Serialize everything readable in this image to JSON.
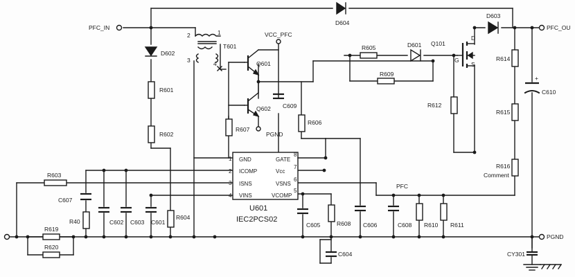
{
  "ports": {
    "pfc_in": "PFC_IN",
    "pfc_out": "PFC_OU",
    "pgnd_right": "PGND",
    "pgnd_mid": "PGND",
    "vcc_pfc": "VCC_PFC"
  },
  "transformer": {
    "label": "T601",
    "pins": [
      "1",
      "2",
      "3",
      "4"
    ]
  },
  "ic": {
    "ref": "U601",
    "part": "IEC2PCS02",
    "left_pins": [
      "GND",
      "ICOMP",
      "ISNS",
      "VINS"
    ],
    "right_pins": [
      "GATE",
      "Vcc",
      "VSNS",
      "VCOMP"
    ],
    "pin_numbers_left": [
      "1",
      "2",
      "3",
      "4"
    ],
    "pin_numbers_right": [
      "8",
      "7",
      "6",
      "5"
    ]
  },
  "diodes": {
    "d601": "D601",
    "d602": "D602",
    "d603": "D603",
    "d604": "D604"
  },
  "transistors": {
    "q101": "Q101",
    "q601": "Q601",
    "q602": "Q602",
    "gate_d": "D",
    "gate_g": "G",
    "gate_s": "S"
  },
  "resistors": {
    "r601": "R601",
    "r602": "R602",
    "r603": "R603",
    "r604": "R604",
    "r605": "R605",
    "r606": "R606",
    "r607": "R607",
    "r608": "R608",
    "r609": "R609",
    "r610": "R610",
    "r611": "R611",
    "r612": "R612",
    "r614": "R614",
    "r615": "R615",
    "r616": "R616",
    "r40": "R40",
    "r619": "R619",
    "r620": "R620"
  },
  "capacitors": {
    "c601": "C601",
    "c602": "C602",
    "c603": "C603",
    "c604": "C604",
    "c605": "C605",
    "c606": "C606",
    "c607": "C607",
    "c608": "C608",
    "c609": "C609",
    "c610": "C610",
    "cy301": "CY301"
  },
  "labels": {
    "pfc": "PFC",
    "comment": "Comment",
    "plus": "+"
  }
}
